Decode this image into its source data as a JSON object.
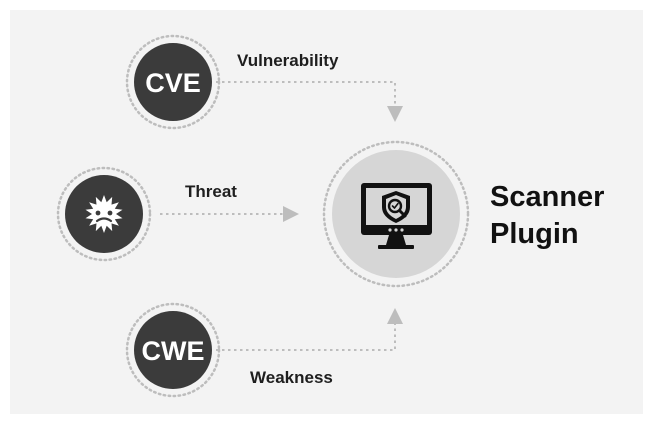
{
  "nodes": {
    "cve": {
      "label": "CVE"
    },
    "threat": {
      "icon": "burst-icon"
    },
    "cwe": {
      "label": "CWE"
    },
    "scanner": {
      "icon": "monitor-shield-search-icon"
    }
  },
  "edges": {
    "vulnerability": "Vulnerability",
    "threat": "Threat",
    "weakness": "Weakness"
  },
  "title": {
    "line1": "Scanner",
    "line2": "Plugin"
  },
  "colors": {
    "background": "#f3f3f3",
    "node_fill": "#3b3b3b",
    "node_ring": "#bdbdbd",
    "hub_fill": "#d6d6d6",
    "arrow": "#bdbdbd",
    "text": "#111111"
  }
}
